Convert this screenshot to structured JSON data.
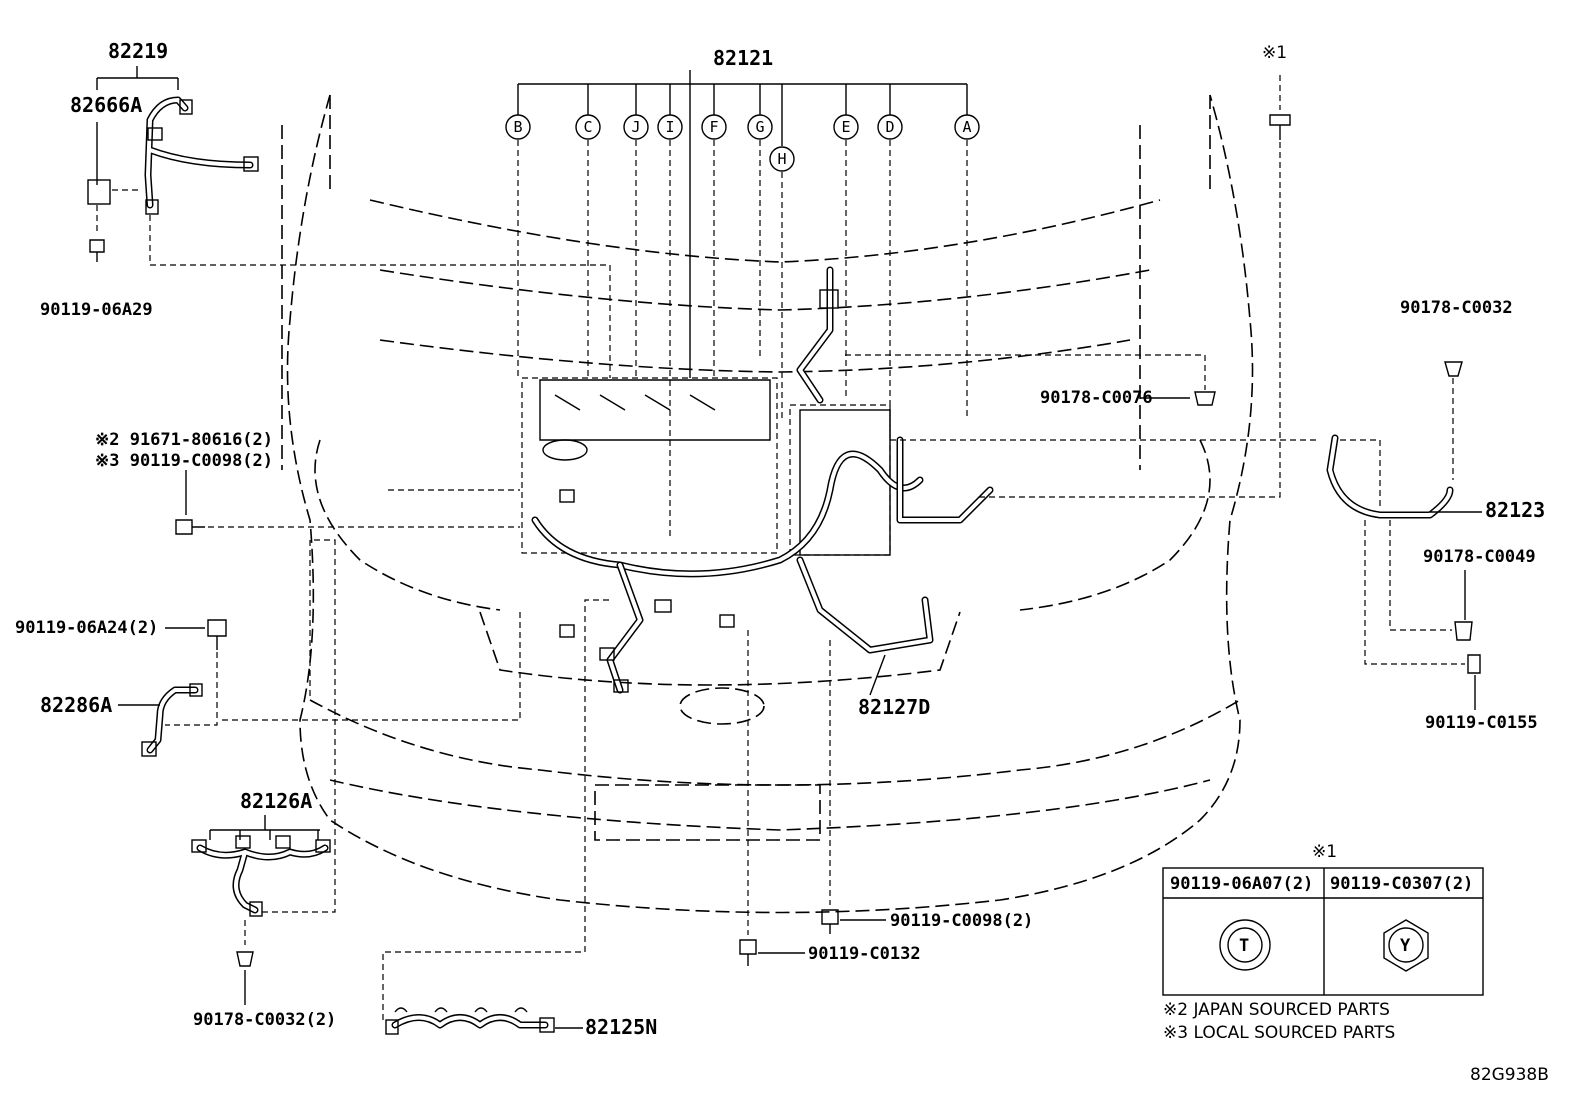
{
  "labels": {
    "p82219": "82219",
    "p82666A": "82666A",
    "p90119_06A29": "90119-06A29",
    "p82121": "82121",
    "note1_top": "※1",
    "p90178_C0032": "90178-C0032",
    "p90178_C0076": "90178-C0076",
    "p82123": "82123",
    "p90178_C0049": "90178-C0049",
    "p90119_C0155": "90119-C0155",
    "l91671_80616": "※2 91671-80616(2)",
    "l90119_C0098a": "※3 90119-C0098(2)",
    "p90119_06A24": "90119-06A24(2)",
    "p82286A": "82286A",
    "p82127D": "82127D",
    "p82126A": "82126A",
    "p90178_C0032_2": "90178-C0032(2)",
    "p82125N": "82125N",
    "p90119_C0098_2": "90119-C0098(2)",
    "p90119_C0132": "90119-C0132"
  },
  "callouts": [
    "B",
    "C",
    "J",
    "I",
    "F",
    "G",
    "H",
    "E",
    "D",
    "A"
  ],
  "table": {
    "note": "※1",
    "col1": "90119-06A07(2)",
    "col2": "90119-C0307(2)",
    "sym1": "T",
    "sym2": "Y"
  },
  "notes": {
    "n2": "※2 JAPAN SOURCED PARTS",
    "n3": "※3 LOCAL SOURCED PARTS"
  },
  "ref": "82G938B"
}
